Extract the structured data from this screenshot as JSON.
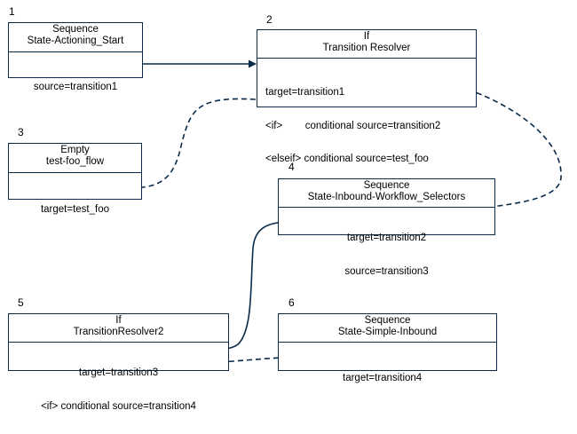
{
  "nodes": [
    {
      "number": "1",
      "type": "Sequence",
      "name": "State-Actioning_Start",
      "lines": [
        "source=transition1"
      ]
    },
    {
      "number": "2",
      "type": "If",
      "name": "Transition Resolver",
      "lines": [
        "target=transition1",
        "<if>        conditional source=transition2",
        "<elseif> conditional source=test_foo"
      ]
    },
    {
      "number": "3",
      "type": "Empty",
      "name": "test-foo_flow",
      "lines": [
        "target=test_foo"
      ]
    },
    {
      "number": "4",
      "type": "Sequence",
      "name": "State-Inbound-Workflow_Selectors",
      "lines": [
        "target=transition2",
        "source=transition3"
      ]
    },
    {
      "number": "5",
      "type": "If",
      "name": "TransitionResolver2",
      "lines": [
        "target=transition3",
        "<if> conditional source=transition4"
      ]
    },
    {
      "number": "6",
      "type": "Sequence",
      "name": "State-Simple-Inbound",
      "lines": [
        "target=transition4"
      ]
    }
  ],
  "colors": {
    "stroke": "#0a2a4a",
    "text": "#000000",
    "background": "#ffffff"
  }
}
